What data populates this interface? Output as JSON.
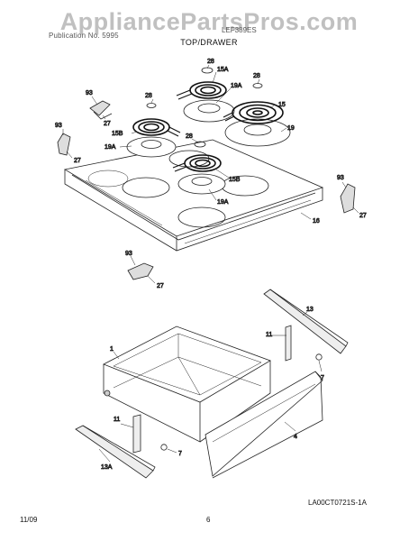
{
  "header": {
    "watermark": "AppliancePartsPros.com",
    "section_label": "Publication No. 5995",
    "model_label": "LEF389ES",
    "title": "TOP/DRAWER"
  },
  "footer": {
    "date": "11/09",
    "page_number": "6",
    "figure_id": "LA00CT0721S-1A"
  },
  "callouts": {
    "c28a": "28",
    "c15a_top": "15A",
    "c28b": "28",
    "c93a": "93",
    "c28c": "28",
    "c19a_top": "19A",
    "c15": "15",
    "c27a": "27",
    "c93b": "93",
    "c15b_left": "15B",
    "c19": "19",
    "c28d": "28",
    "c19a_left": "19A",
    "c27b": "27",
    "c15b_center": "15B",
    "c19a_center": "19A",
    "c93c": "93",
    "c27c": "27",
    "c16": "16",
    "c93d": "93",
    "c27d": "27",
    "c13": "13",
    "c11a": "11",
    "c1": "1",
    "c7a": "7",
    "c4": "4",
    "c11b": "11",
    "c7b": "7",
    "c13a": "13A"
  }
}
